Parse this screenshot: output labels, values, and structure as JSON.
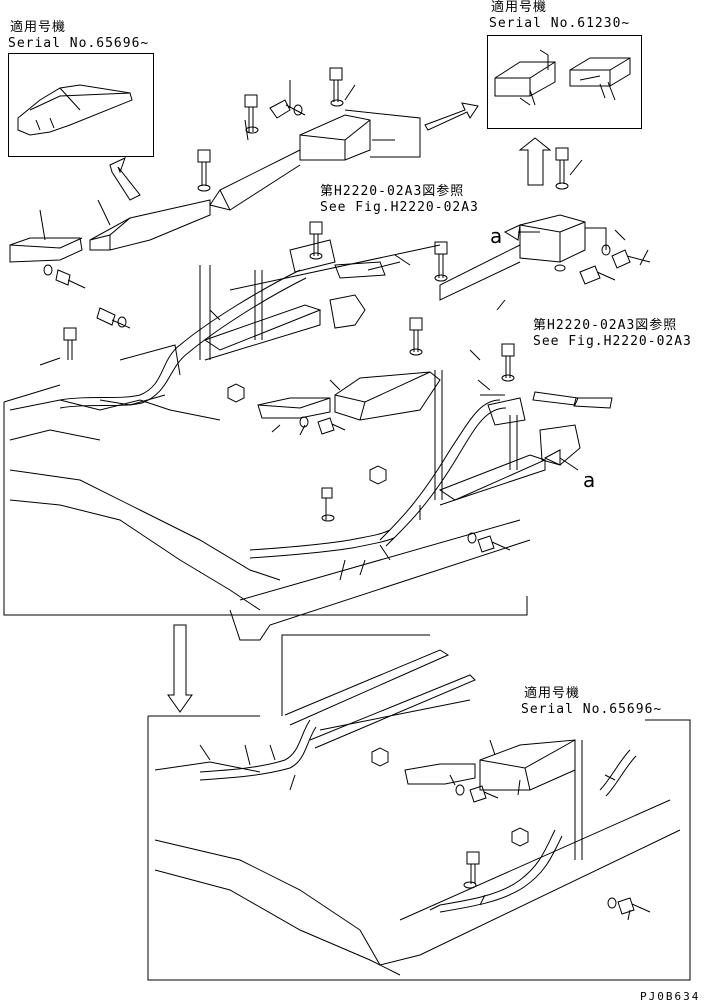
{
  "serial_labels": {
    "top_left": {
      "applicable": "適用号機",
      "serial": "Serial No.65696~"
    },
    "top_right": {
      "applicable": "適用号機",
      "serial": "Serial No.61230~"
    },
    "bottom_right": {
      "applicable": "適用号機",
      "serial": "Serial No.65696~"
    }
  },
  "references": {
    "ref_a": {
      "jp": "第H2220-02A3図参照",
      "en": "See Fig.H2220-02A3"
    },
    "ref_b": {
      "jp": "第H2220-02A3図参照",
      "en": "See Fig.H2220-02A3"
    }
  },
  "markers": {
    "upper": "a",
    "lower": "a"
  },
  "drawing_code": "PJ0B634"
}
